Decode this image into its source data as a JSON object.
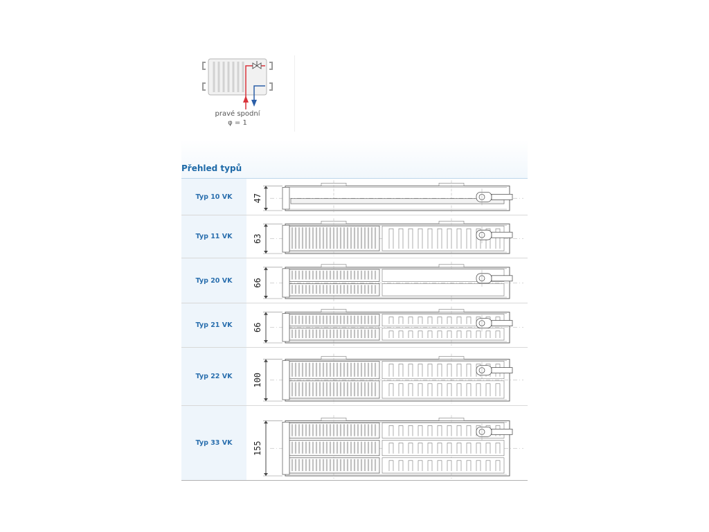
{
  "connection": {
    "caption_line1": "pravé spodní",
    "caption_line2": "φ = 1",
    "supply_color": "#d9333a",
    "return_color": "#2b5fa8"
  },
  "section_title": "Přehled typů",
  "types": [
    {
      "label": "Typ 10 VK",
      "dimension": "47",
      "panels": 1,
      "convectors": 0
    },
    {
      "label": "Typ 11 VK",
      "dimension": "63",
      "panels": 1,
      "convectors": 1
    },
    {
      "label": "Typ 20 VK",
      "dimension": "66",
      "panels": 2,
      "convectors": 0
    },
    {
      "label": "Typ 21 VK",
      "dimension": "66",
      "panels": 2,
      "convectors": 1
    },
    {
      "label": "Typ 22 VK",
      "dimension": "100",
      "panels": 2,
      "convectors": 2
    },
    {
      "label": "Typ 33 VK",
      "dimension": "155",
      "panels": 3,
      "convectors": 3
    }
  ]
}
